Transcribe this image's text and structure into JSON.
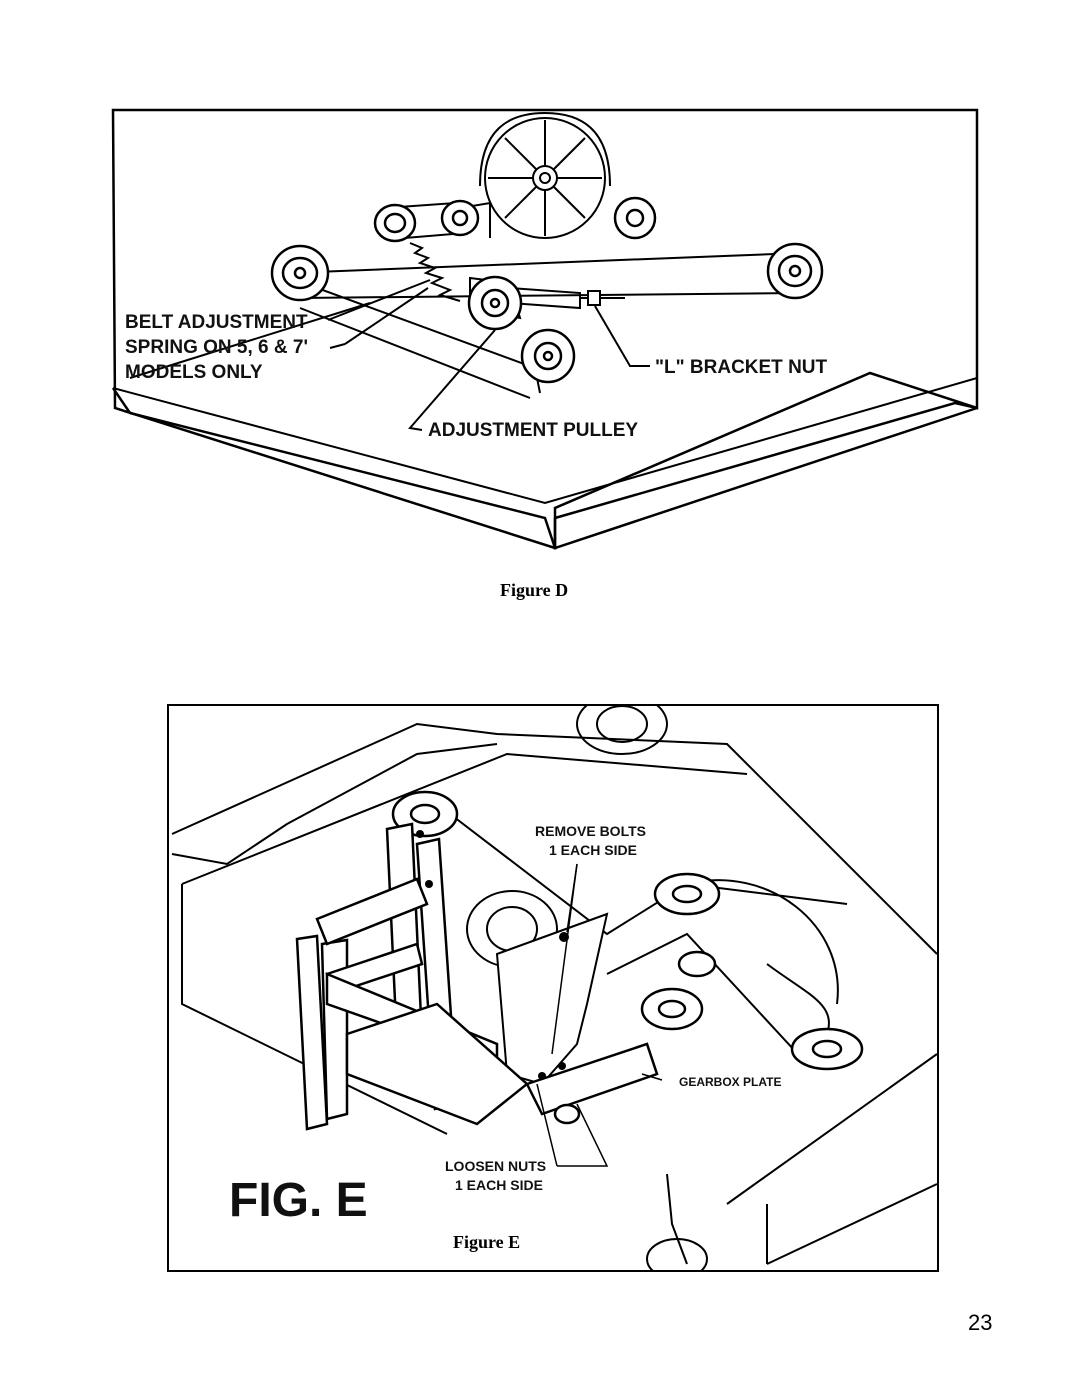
{
  "figure_d": {
    "labels": {
      "belt_line1": "BELT ADJUSTMENT",
      "belt_line2": "SPRING ON 5, 6 & 7'",
      "belt_line3": "MODELS ONLY",
      "bracket_nut": "\"L\" BRACKET NUT",
      "adjustment_pulley": "ADJUSTMENT PULLEY"
    },
    "caption": "Figure D"
  },
  "figure_e": {
    "labels": {
      "remove_bolts_line1": "REMOVE BOLTS",
      "remove_bolts_line2": "1  EACH SIDE",
      "gearbox_plate": "GEARBOX PLATE",
      "loosen_nuts_line1": "LOOSEN NUTS",
      "loosen_nuts_line2": "1  EACH SIDE",
      "fig_title": "FIG. E"
    },
    "caption": "Figure E"
  },
  "page_number": "23"
}
